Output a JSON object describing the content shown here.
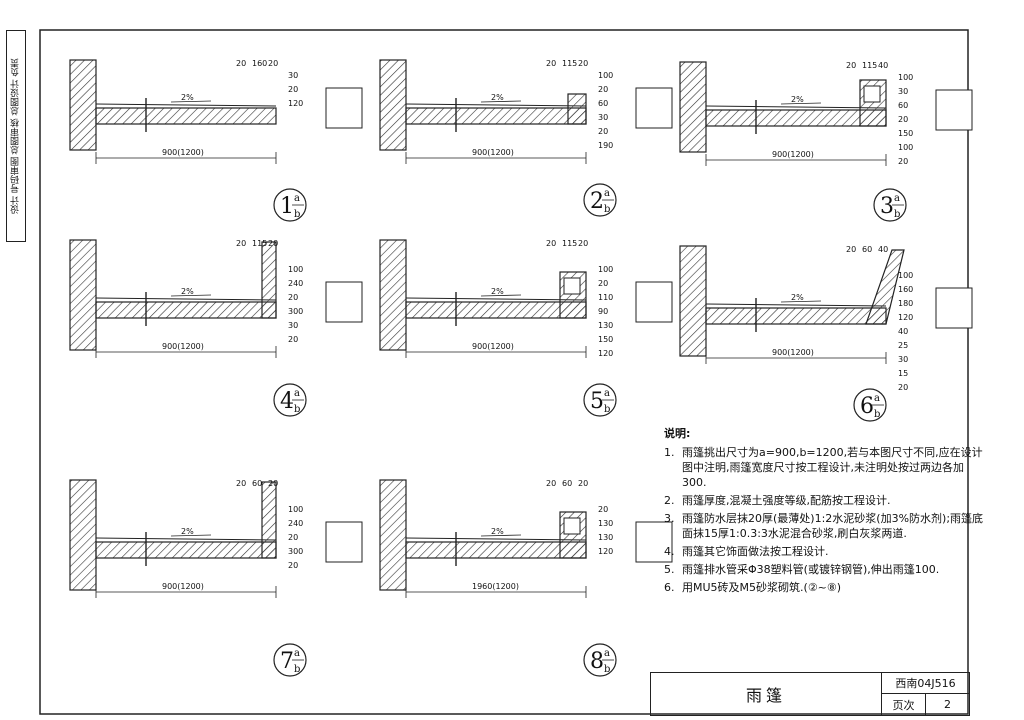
{
  "side_label": "设计 号码审图 总图审核 总图设计 负责",
  "details": [
    {
      "num": "1",
      "sub": "b",
      "sup": "a",
      "span": "900(1200)",
      "dims": [
        "20",
        "160",
        "20",
        "30",
        "20",
        "120",
        "2%"
      ]
    },
    {
      "num": "2",
      "sub": "b",
      "sup": "a",
      "span": "900(1200)",
      "dims": [
        "20",
        "115",
        "20",
        "100",
        "20",
        "60",
        "30",
        "20",
        "190",
        "2%"
      ]
    },
    {
      "num": "3",
      "sub": "b",
      "sup": "a",
      "span": "900(1200)",
      "dims": [
        "20",
        "115",
        "40",
        "100",
        "30",
        "60",
        "20",
        "150",
        "100",
        "20",
        "2%"
      ]
    },
    {
      "num": "4",
      "sub": "b",
      "sup": "a",
      "span": "900(1200)",
      "dims": [
        "20",
        "115",
        "20",
        "100",
        "240",
        "20",
        "300",
        "30",
        "20",
        "2%"
      ]
    },
    {
      "num": "5",
      "sub": "b",
      "sup": "a",
      "span": "900(1200)",
      "dims": [
        "20",
        "115",
        "20",
        "100",
        "20",
        "110",
        "90",
        "130",
        "150",
        "120",
        "2%"
      ]
    },
    {
      "num": "6",
      "sub": "b",
      "sup": "a",
      "span": "900(1200)",
      "dims": [
        "20",
        "60",
        "40",
        "100",
        "160",
        "180",
        "120",
        "40",
        "25",
        "30",
        "15",
        "20",
        "2%"
      ]
    },
    {
      "num": "7",
      "sub": "b",
      "sup": "a",
      "span": "900(1200)",
      "dims": [
        "20",
        "60",
        "20",
        "100",
        "240",
        "20",
        "300",
        "20",
        "2%"
      ]
    },
    {
      "num": "8",
      "sub": "b",
      "sup": "a",
      "span": "1960(1200)",
      "dims": [
        "20",
        "60",
        "20",
        "20",
        "130",
        "130",
        "120",
        "2%"
      ]
    }
  ],
  "notes": {
    "heading": "说明:",
    "items": [
      {
        "n": "1.",
        "text": "雨篷挑出尺寸为a=900,b=1200,若与本图尺寸不同,应在设计图中注明,雨篷宽度尺寸按工程设计,未注明处按过两边各加300."
      },
      {
        "n": "2.",
        "text": "雨篷厚度,混凝土强度等级,配筋按工程设计."
      },
      {
        "n": "3.",
        "text": "雨篷防水层抹20厚(最薄处)1:2水泥砂浆(加3%防水剂);雨篷底面抹15厚1:0.3:3水泥混合砂浆,刷白灰浆两道."
      },
      {
        "n": "4.",
        "text": "雨篷其它饰面做法按工程设计."
      },
      {
        "n": "5.",
        "text": "雨篷排水管采Φ38塑料管(或镀锌钢管),伸出雨篷100."
      },
      {
        "n": "6.",
        "text": "用MU5砖及M5砂浆砌筑.(②~⑧)"
      }
    ]
  },
  "title_block": {
    "name": "雨篷",
    "code": "西南04J516",
    "page_label": "页次",
    "page_num": "2"
  }
}
